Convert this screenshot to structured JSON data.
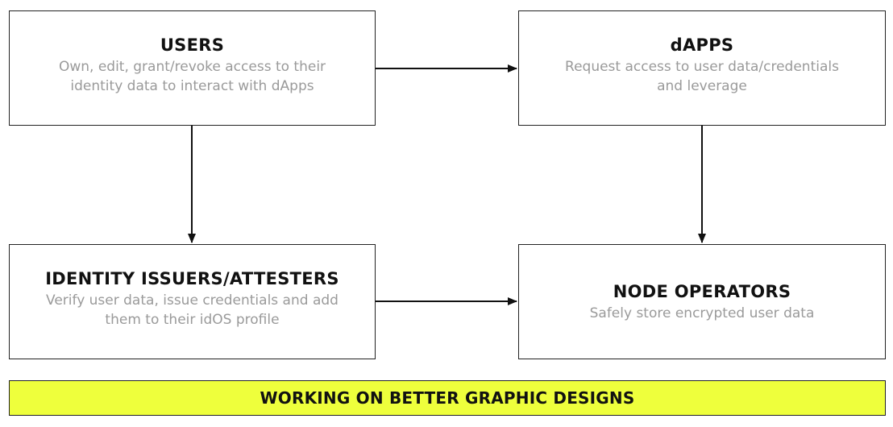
{
  "nodes": {
    "users": {
      "title": "USERS",
      "description": "Own, edit, grant/revoke access to their\nidentity data to interact with dApps"
    },
    "dapps": {
      "title": "dAPPS",
      "description": "Request access to user data/credentials\nand leverage"
    },
    "issuers": {
      "title": "IDENTITY ISSUERS/ATTESTERS",
      "description": "Verify user data, issue credentials and add\nthem to their idOS profile"
    },
    "operators": {
      "title": "NODE OPERATORS",
      "description": "Safely store encrypted user data"
    }
  },
  "edges": [
    {
      "from": "USERS",
      "to": "dAPPS"
    },
    {
      "from": "USERS",
      "to": "IDENTITY ISSUERS/ATTESTERS"
    },
    {
      "from": "dAPPS",
      "to": "NODE OPERATORS"
    },
    {
      "from": "IDENTITY ISSUERS/ATTESTERS",
      "to": "NODE OPERATORS"
    }
  ],
  "banner": {
    "text": "WORKING ON BETTER GRAPHIC DESIGNS",
    "color": "#eeff3c"
  }
}
